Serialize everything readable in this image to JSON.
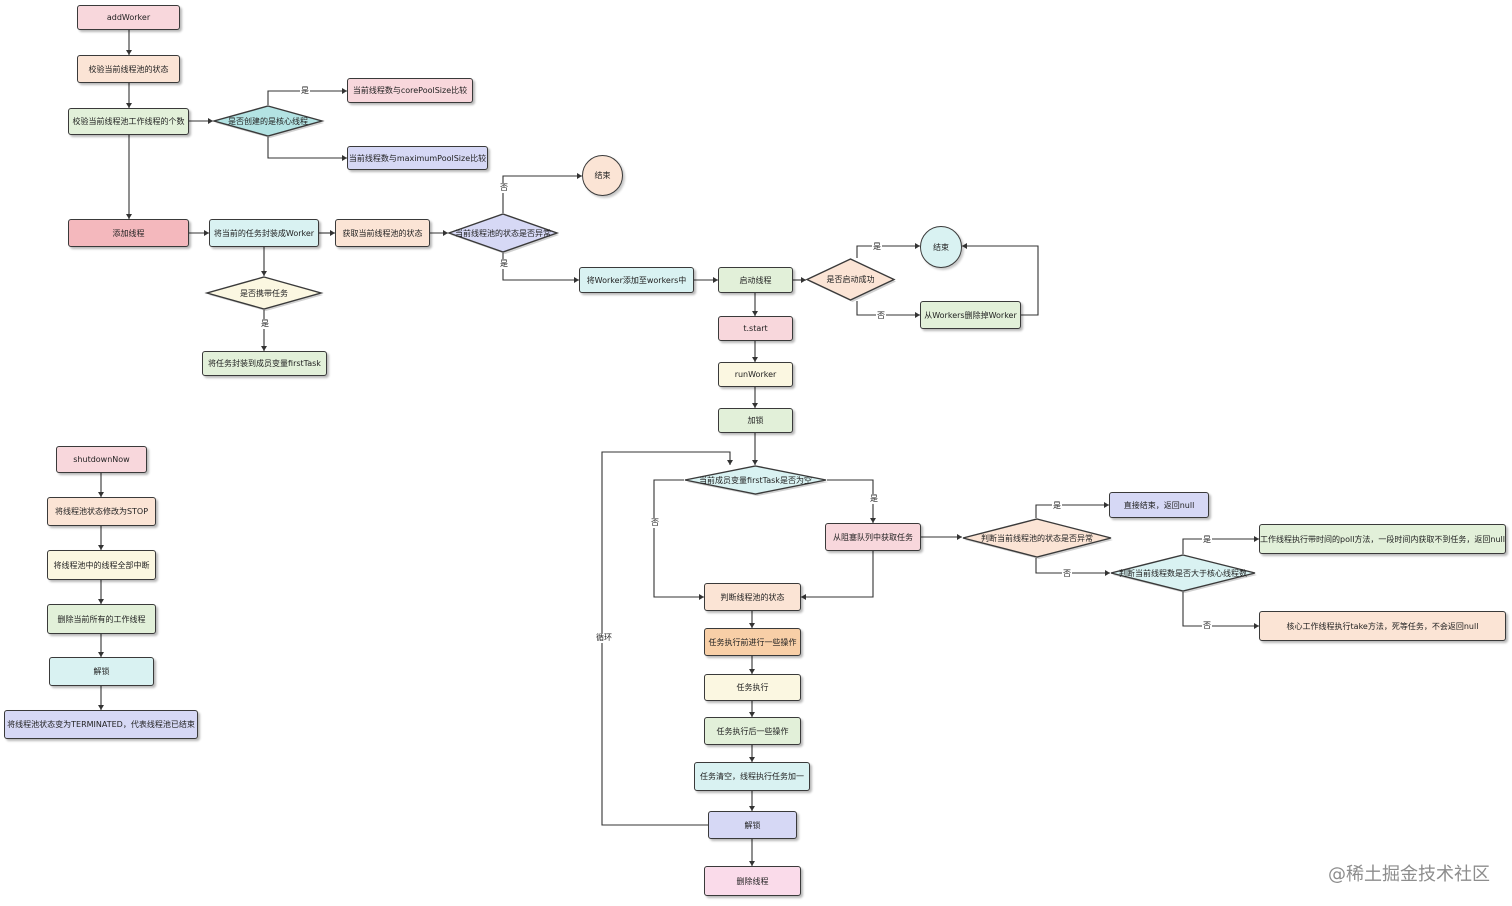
{
  "diagram": {
    "nodes": {
      "addWorker": {
        "label": "addWorker",
        "fill": "#f8d7dc"
      },
      "checkPoolState": {
        "label": "校验当前线程池的状态",
        "fill": "#fbe4d5"
      },
      "checkWorkerCount": {
        "label": "校验当前线程池工作线程的个数",
        "fill": "#e2f0d9"
      },
      "isCoreThread": {
        "label": "是否创建的是核心线程",
        "fill": "#b3e3e3"
      },
      "compareCore": {
        "label": "当前线程数与corePoolSize比较",
        "fill": "#f8d7dc"
      },
      "compareMax": {
        "label": "当前线程数与maximumPoolSize比较",
        "fill": "#d6d8f5"
      },
      "end1": {
        "label": "结束",
        "fill": "#fbe4d5"
      },
      "addThread": {
        "label": "添加线程",
        "fill": "#f4b8bd"
      },
      "wrapWorker": {
        "label": "将当前的任务封装成Worker",
        "fill": "#d9f2f2"
      },
      "getPoolState": {
        "label": "获取当前线程池的状态",
        "fill": "#fbe4d5"
      },
      "isPoolAbnormal": {
        "label": "当前线程池的状态是否异常",
        "fill": "#d6d8f5"
      },
      "hasTask": {
        "label": "是否携带任务",
        "fill": "#fbf7e1"
      },
      "setFirstTask": {
        "label": "将任务封装到成员变量firstTask",
        "fill": "#e2f0d9"
      },
      "addToWorkers": {
        "label": "将Worker添加至workers中",
        "fill": "#d9f2f2"
      },
      "startThread": {
        "label": "启动线程",
        "fill": "#e2f0d9"
      },
      "startSuccess": {
        "label": "是否启动成功",
        "fill": "#fbe4d5"
      },
      "end2": {
        "label": "结束",
        "fill": "#d9f2f2"
      },
      "removeWorker": {
        "label": "从Workers删除掉Worker",
        "fill": "#e2f0d9"
      },
      "tStart": {
        "label": "t.start",
        "fill": "#f8d7dc"
      },
      "runWorker": {
        "label": "runWorker",
        "fill": "#fbf7e1"
      },
      "lock": {
        "label": "加锁",
        "fill": "#e2f0d9"
      },
      "isFirstTaskNull": {
        "label": "当前成员变量firstTask是否为空",
        "fill": "#d9f2f2"
      },
      "getFromQueue": {
        "label": "从阻塞队列中获取任务",
        "fill": "#f8d7dc"
      },
      "isStateAbnormal": {
        "label": "判断当前线程池的状态是否异常",
        "fill": "#fbe4d5"
      },
      "returnNull": {
        "label": "直接结束，返回null",
        "fill": "#d6d8f5"
      },
      "moreThanCore": {
        "label": "判断当前线程数是否大于核心线程数",
        "fill": "#d9f2f2"
      },
      "pollDesc": {
        "label": "工作线程执行带时间的poll方法，一段时间内获取不到任务，返回null",
        "fill": "#e2f0d9"
      },
      "takeDesc": {
        "label": "核心工作线程执行take方法，死等任务，不会返回null",
        "fill": "#fbe4d5"
      },
      "judgeState": {
        "label": "判断线程池的状态",
        "fill": "#fbe4d5"
      },
      "beforeExec": {
        "label": "任务执行前进行一些操作",
        "fill": "#f8cfa7"
      },
      "execTask": {
        "label": "任务执行",
        "fill": "#fbf7e1"
      },
      "afterExec": {
        "label": "任务执行后一些操作",
        "fill": "#e2f0d9"
      },
      "clearTask": {
        "label": "任务清空，线程执行任务加一",
        "fill": "#d9f2f2"
      },
      "unlock1": {
        "label": "解锁",
        "fill": "#d6d8f5"
      },
      "deleteThread": {
        "label": "删除线程",
        "fill": "#fadbea"
      },
      "shutdownNow": {
        "label": "shutdownNow",
        "fill": "#f8d7dc"
      },
      "setStop": {
        "label": "将线程池状态修改为STOP",
        "fill": "#fbe4d5"
      },
      "interruptAll": {
        "label": "将线程池中的线程全部中断",
        "fill": "#fbf7e1"
      },
      "deleteWorkers": {
        "label": "删除当前所有的工作线程",
        "fill": "#e2f0d9"
      },
      "unlock2": {
        "label": "解锁",
        "fill": "#d9f2f2"
      },
      "terminated": {
        "label": "将线程池状态变为TERMINATED，代表线程池已结束",
        "fill": "#d6d8f5"
      }
    },
    "edge_labels": {
      "yes": "是",
      "no": "否",
      "loop": "循环"
    }
  },
  "watermark": "@稀土掘金技术社区"
}
